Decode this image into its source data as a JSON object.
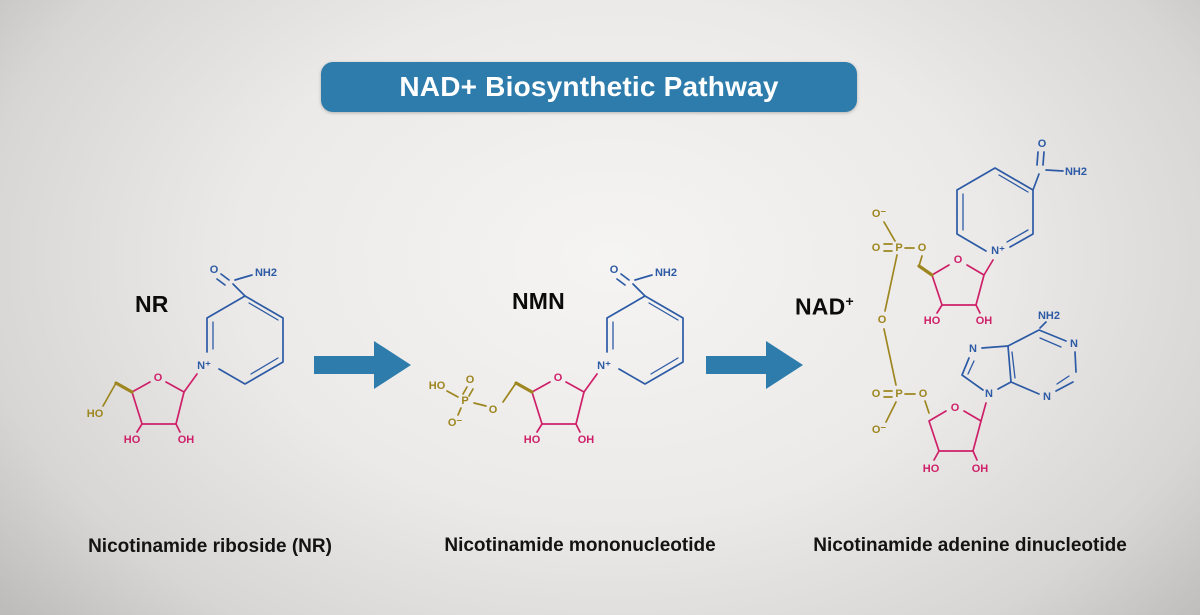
{
  "title": "NAD+ Biosynthetic Pathway",
  "colors": {
    "banner_blue": "#2e7cab",
    "arrow_blue": "#2e7cab",
    "ring_blue": "#2c5aa5",
    "sugar_pink": "#ce2069",
    "phosphate_gold": "#9d861f",
    "caption_text": "#131313"
  },
  "molecules": {
    "nr": {
      "label": "NR",
      "caption": "Nicotinamide riboside (NR)",
      "atoms": {
        "amide_o": "O",
        "amide_nh2": "NH2",
        "ring_n": "N⁺",
        "ribose_o": "O",
        "ribose_ho": "HO",
        "ribose_oh": "OH",
        "tail_ho": "HO"
      }
    },
    "nmn": {
      "label": "NMN",
      "caption": "Nicotinamide mononucleotide",
      "atoms": {
        "amide_o": "O",
        "amide_nh2": "NH2",
        "ring_n": "N⁺",
        "ribose_o": "O",
        "ribose_ho": "HO",
        "ribose_oh": "OH",
        "phosphate_ho": "HO",
        "phosphate_o_double": "O",
        "phosphate_p": "P",
        "phosphate_o_minus": "O⁻",
        "linker_o": "O"
      }
    },
    "nad": {
      "label": "NAD",
      "label_sup": "+",
      "caption": "Nicotinamide adenine dinucleotide",
      "atoms": {
        "amide_o": "O",
        "amide_nh2": "NH2",
        "ring_n": "N⁺",
        "ribose1_o": "O",
        "ribose1_ho": "HO",
        "ribose1_oh": "OH",
        "p1_o_minus": "O⁻",
        "p1_o_double": "O",
        "p1_p": "P",
        "p1_o_link": "O",
        "bridge_o": "O",
        "p2_o_double": "O",
        "p2_p": "P",
        "p2_o_link": "O",
        "p2_o_minus": "O⁻",
        "adenine_nh2": "NH2",
        "adenine_n1": "N",
        "adenine_n3": "N",
        "adenine_n7": "N",
        "adenine_n9": "N",
        "ribose2_o": "O",
        "ribose2_ho": "HO",
        "ribose2_oh": "OH"
      }
    }
  }
}
